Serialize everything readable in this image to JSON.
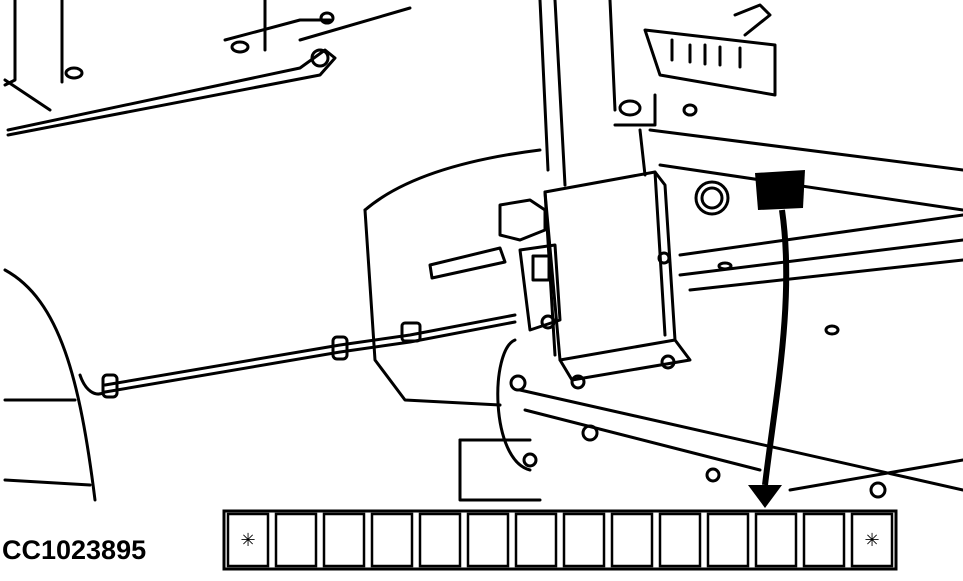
{
  "figure": {
    "id_label": "CC1023895"
  },
  "connector": {
    "cavity_count": 14,
    "end_marker_glyph": "✳",
    "highlighted_cavity": 12
  },
  "colors": {
    "line": "#000000",
    "background": "#ffffff"
  }
}
